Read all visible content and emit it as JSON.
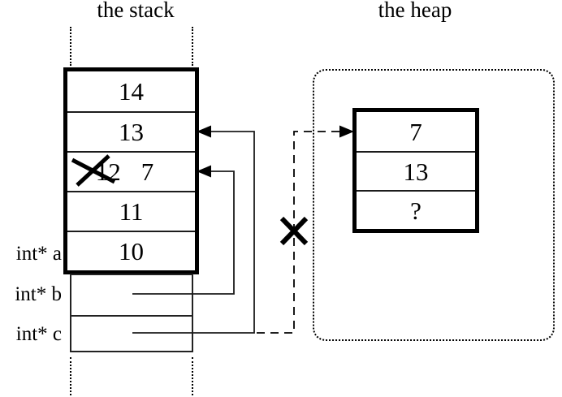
{
  "titles": {
    "stack": "the stack",
    "heap": "the heap"
  },
  "stack_frame": {
    "cells": [
      {
        "value": "14"
      },
      {
        "value": "13"
      },
      {
        "value": "12",
        "new_value": "7",
        "crossed_out": true
      },
      {
        "value": "11"
      },
      {
        "value": "10"
      }
    ]
  },
  "pointer_vars": [
    {
      "label": "int* a"
    },
    {
      "label": "int* b"
    },
    {
      "label": "int* c"
    }
  ],
  "heap_frame": {
    "cells": [
      {
        "value": "7"
      },
      {
        "value": "13"
      },
      {
        "value": "?"
      }
    ]
  },
  "colors": {
    "ink": "#000000",
    "thin_line": "#1c1c1c",
    "background": "#ffffff"
  }
}
